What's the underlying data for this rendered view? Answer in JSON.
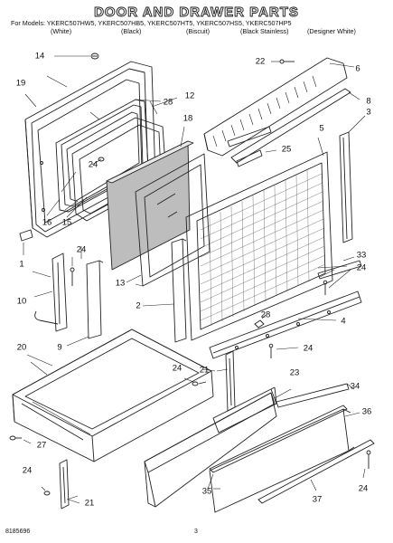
{
  "title": "DOOR AND DRAWER PARTS",
  "models_line1": "For Models: YKERC507HW5, YKERC507HB5, YKERC507HT5, YKERC507HS5, YKERC507HP5",
  "colors": [
    "(White)",
    "(Black)",
    "(Biscuit)",
    "(Black Stainless)",
    "(Designer White)"
  ],
  "callouts": [
    "14",
    "19",
    "28",
    "12",
    "18",
    "22",
    "6",
    "8",
    "3",
    "5",
    "24",
    "25",
    "16",
    "15",
    "1",
    "24",
    "10",
    "13",
    "2",
    "33",
    "24",
    "4",
    "28",
    "9",
    "20",
    "24",
    "21",
    "23",
    "24",
    "34",
    "36",
    "27",
    "24",
    "21",
    "35",
    "37",
    "24"
  ],
  "footer_left": "8185696",
  "footer_center": "3"
}
